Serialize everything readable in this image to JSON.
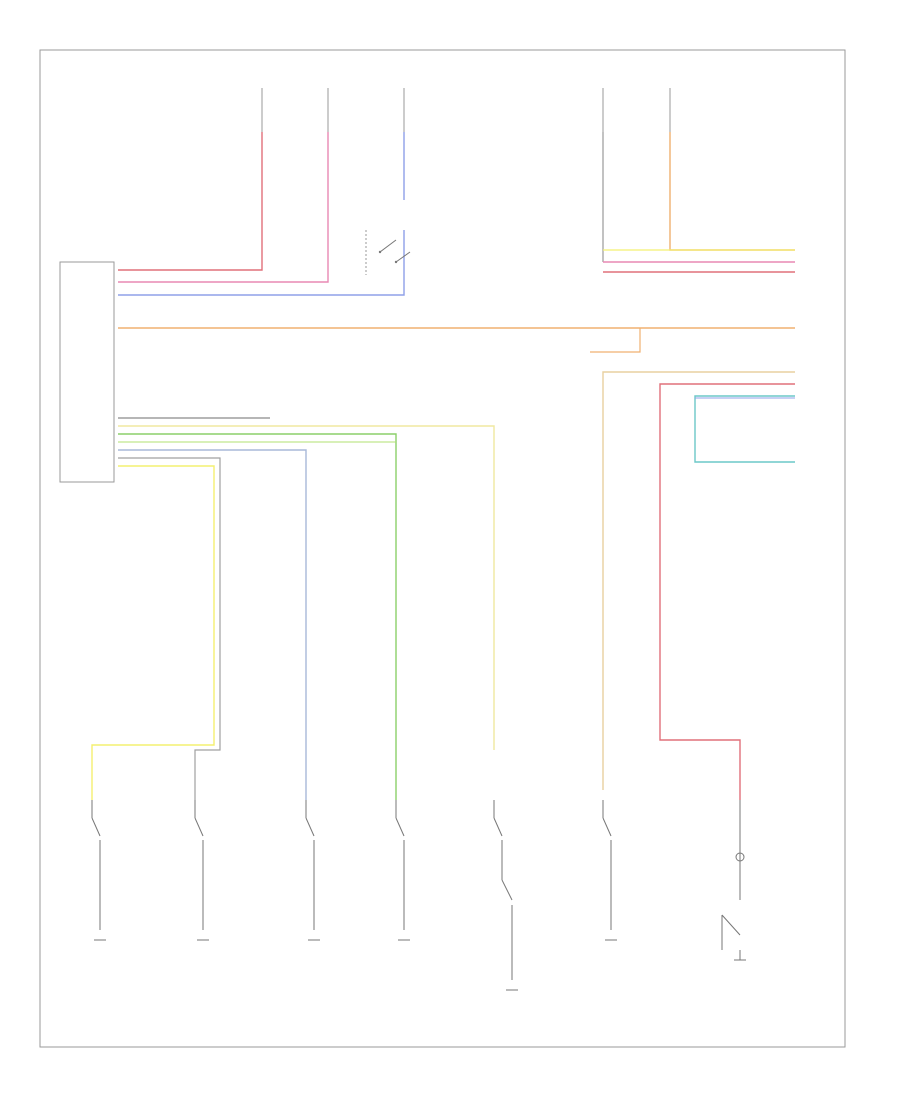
{
  "page": {
    "footer_code": "",
    "colors": {
      "red": "#e0707a",
      "pink": "#e888b4",
      "blue": "#8fa0e8",
      "orange": "#f0b070",
      "green": "#8ccf6a",
      "cyan": "#a8e0f0",
      "yellow": "#f4f070",
      "teal": "#6cc8c8",
      "tan": "#e8d0a0",
      "gray": "#8a8a8a",
      "wire_default": "#9a9a9a"
    }
  },
  "modules": {
    "restraint_module": {
      "label": ""
    },
    "seat_switch_right": {
      "label": ""
    }
  },
  "switches": [
    {
      "id": "driver-seat-belt-buckle",
      "label": ""
    },
    {
      "id": "passenger-seat-belt-buckle",
      "label": ""
    },
    {
      "id": "passenger-seat-switch",
      "label": ""
    },
    {
      "id": "driver-seat-position",
      "label": ""
    },
    {
      "id": "pass-seat-position",
      "label": ""
    },
    {
      "id": "seat-track-position",
      "label": ""
    },
    {
      "id": "occupant-sensor",
      "label": ""
    }
  ],
  "notes": [
    "",
    "",
    ""
  ]
}
